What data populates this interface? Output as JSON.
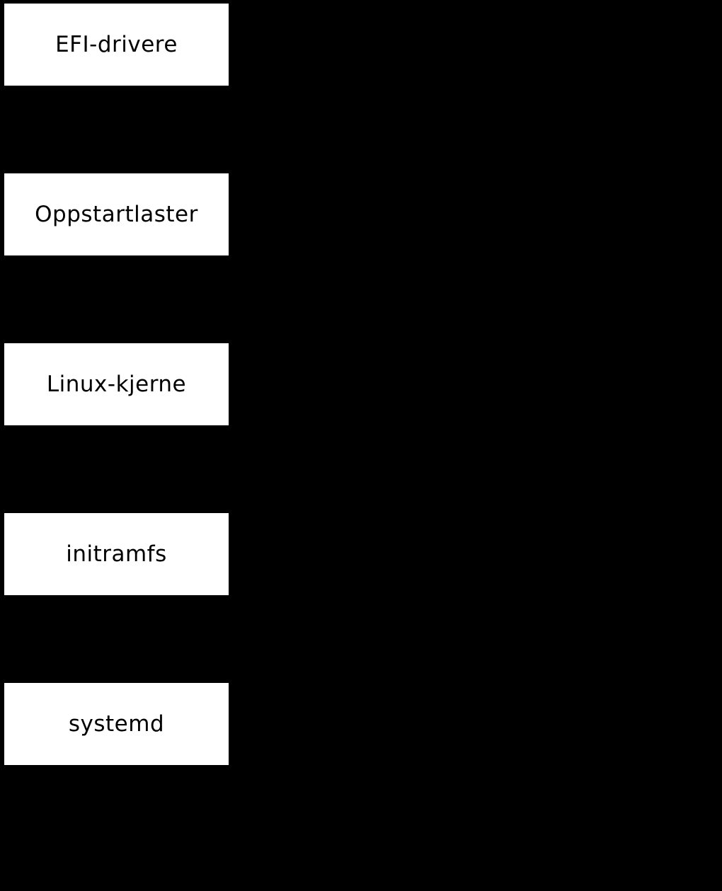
{
  "diagram": {
    "background_color": "#000000",
    "node_fill_color": "#ffffff",
    "node_text_color": "#000000",
    "nodes": [
      {
        "label": "EFI-drivere"
      },
      {
        "label": "Oppstartlaster"
      },
      {
        "label": "Linux-kjerne"
      },
      {
        "label": "initramfs"
      },
      {
        "label": "systemd"
      }
    ]
  }
}
